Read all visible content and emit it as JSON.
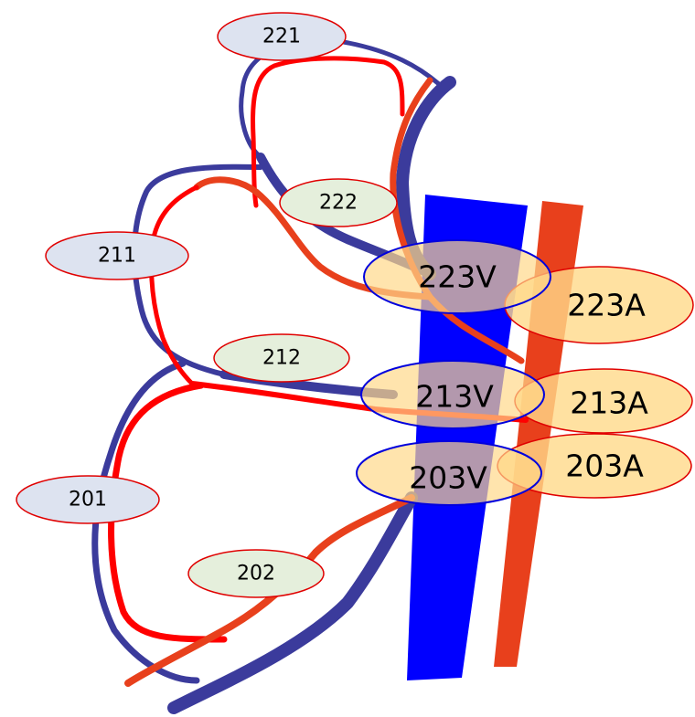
{
  "colors": {
    "vein_dark": "#3b3b9c",
    "artery_red": "#ff0000",
    "artery_orange": "#e8401c",
    "main_vein": "#0000ff",
    "main_artery": "#e8401c",
    "label_blue_fill": "#dde3f0",
    "label_green_fill": "#e5efdc",
    "label_orange_fill": "#ffd98a",
    "label_red_border": "#e00000",
    "label_blue_border": "#0000dd"
  },
  "labels": {
    "l221": "221",
    "l222": "222",
    "l211": "211",
    "l212": "212",
    "l201": "201",
    "l202": "202",
    "l223V": "223V",
    "l223A": "223A",
    "l213V": "213V",
    "l213A": "213A",
    "l203V": "203V",
    "l203A": "203A"
  }
}
